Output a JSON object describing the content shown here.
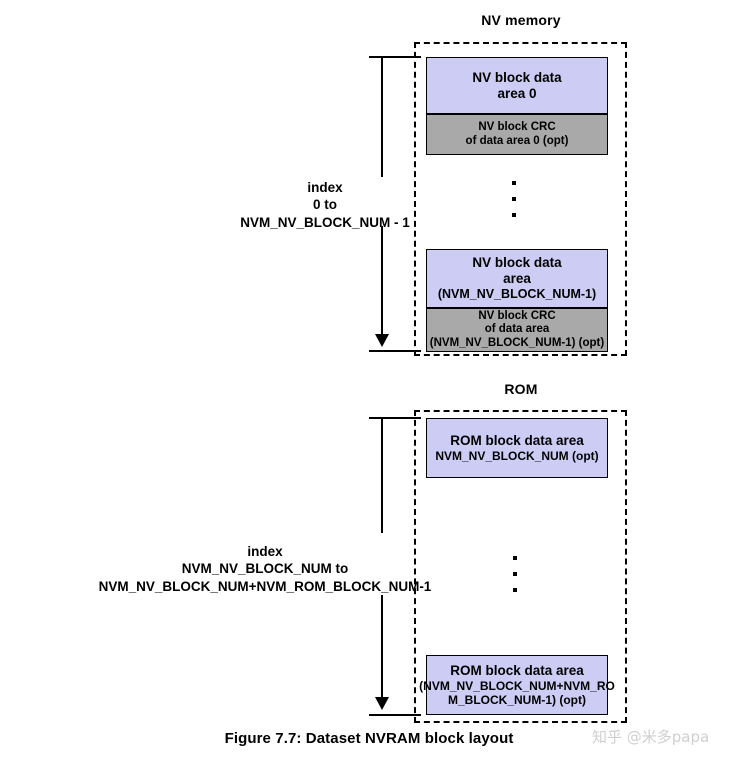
{
  "figure": {
    "caption": "Figure 7.7: Dataset NVRAM block layout",
    "watermark": "知乎 @米多papa"
  },
  "colors": {
    "data_block_fill": "#ccccf5",
    "crc_block_fill": "#a9a9a9",
    "outline": "#000000",
    "container_border": "#000000"
  },
  "sections": {
    "nv": {
      "title": "NV memory",
      "index_label": {
        "line1": "index",
        "line2": "0 to",
        "line3": "NVM_NV_BLOCK_NUM - 1"
      },
      "blocks": [
        {
          "kind": "data",
          "line1": "NV block data",
          "line2": "area 0",
          "line3": ""
        },
        {
          "kind": "crc",
          "line1": "NV block CRC",
          "line2": "of  data area 0 (opt)",
          "line3": ""
        },
        {
          "kind": "data",
          "line1": "NV block data",
          "line2": "area",
          "line3": "(NVM_NV_BLOCK_NUM-1)"
        },
        {
          "kind": "crc",
          "line1": "NV block CRC",
          "line2": "of  data area",
          "line3": "(NVM_NV_BLOCK_NUM-1) (opt)"
        }
      ]
    },
    "rom": {
      "title": "ROM",
      "index_label": {
        "line1": "index",
        "line2": "NVM_NV_BLOCK_NUM to",
        "line3": "NVM_NV_BLOCK_NUM+NVM_ROM_BLOCK_NUM-1"
      },
      "blocks": [
        {
          "kind": "data",
          "line1": "ROM block data area",
          "line2": "NVM_NV_BLOCK_NUM (opt)",
          "line3": ""
        },
        {
          "kind": "data",
          "line1": "ROM block data area",
          "line2": "(NVM_NV_BLOCK_NUM+NVM_RO",
          "line3": "M_BLOCK_NUM-1) (opt)"
        }
      ]
    }
  }
}
